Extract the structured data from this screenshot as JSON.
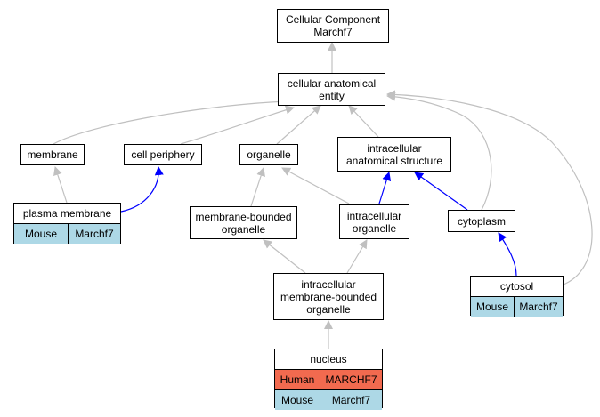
{
  "nodes": {
    "root": [
      "Cellular Component",
      "Marchf7"
    ],
    "cae": [
      "cellular anatomical",
      "entity"
    ],
    "membrane": "membrane",
    "periphery": "cell periphery",
    "organelle": "organelle",
    "ias": [
      "intracellular",
      "anatomical structure"
    ],
    "plasma": "plasma membrane",
    "mbo": [
      "membrane-bounded",
      "organelle"
    ],
    "io": [
      "intracellular",
      "organelle"
    ],
    "cytoplasm": "cytoplasm",
    "imbo": [
      "intracellular",
      "membrane-bounded",
      "organelle"
    ],
    "cytosol": "cytosol",
    "nucleus": "nucleus"
  },
  "annotations": {
    "plasma": [
      [
        "Mouse",
        "Marchf7"
      ]
    ],
    "cytosol": [
      [
        "Mouse",
        "Marchf7"
      ]
    ],
    "nucleus": [
      [
        "Human",
        "MARCHF7"
      ],
      [
        "Mouse",
        "Marchf7"
      ]
    ]
  },
  "colors": {
    "is_a_edge": "#c0c0c0",
    "part_of_edge": "#0000ff",
    "mouse_cell": "#add8e6",
    "human_cell": "#f26a4f"
  }
}
